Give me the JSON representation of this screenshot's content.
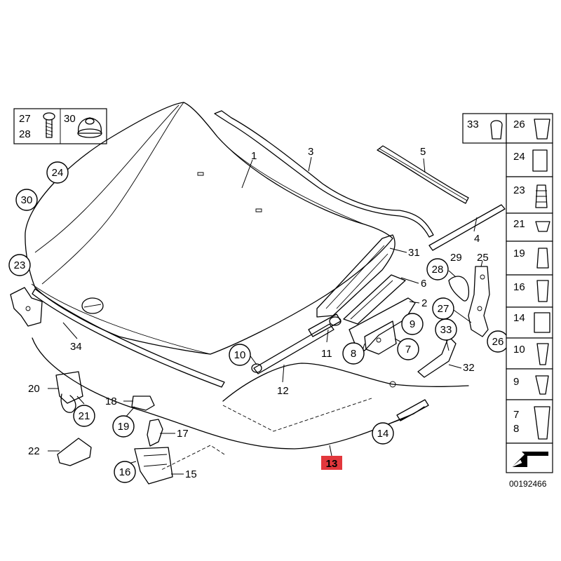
{
  "callouts": {
    "c1": "1",
    "c2": "2",
    "c3": "3",
    "c4": "4",
    "c5": "5",
    "c6": "6",
    "c7": "7",
    "c8": "8",
    "c9": "9",
    "c10": "10",
    "c11": "11",
    "c12": "12",
    "c13": "13",
    "c14": "14",
    "c15": "15",
    "c16": "16",
    "c17": "17",
    "c18": "18",
    "c19": "19",
    "c20": "20",
    "c21": "21",
    "c22": "22",
    "c23": "23",
    "c24": "24",
    "c25": "25",
    "c26": "26",
    "c27": "27",
    "c28": "28",
    "c29": "29",
    "c30": "30",
    "c31": "31",
    "c32": "32",
    "c33": "33",
    "c34": "34"
  },
  "inset_top_left": {
    "a": "27",
    "b": "28",
    "c": "30"
  },
  "legend_right": {
    "r33": "33",
    "r26": "26",
    "r24": "24",
    "r23": "23",
    "r21": "21",
    "r19": "19",
    "r16": "16",
    "r14": "14",
    "r10": "10",
    "r9": "9",
    "r7": "7",
    "r8": "8"
  },
  "highlight": {
    "label": "13",
    "color": "#e2373c"
  },
  "diagram_number": "00192466"
}
